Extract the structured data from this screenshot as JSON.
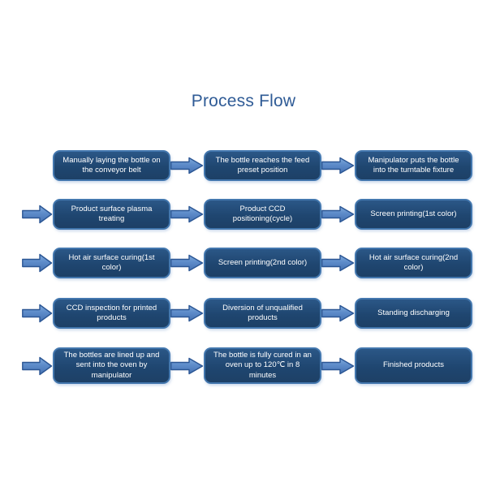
{
  "title": "Process Flow",
  "colors": {
    "title_text": "#2F5B96",
    "box_fill_top": "#2B5787",
    "box_fill_bottom": "#1D4066",
    "box_border": "#4377AE",
    "box_text": "#FFFFFF",
    "arrow_fill_top": "#7FA9DB",
    "arrow_fill_bottom": "#4672B2",
    "arrow_stroke": "#2B5694",
    "background": "#FFFFFF"
  },
  "icons": {
    "entry_arrow": "right-block-arrow-icon",
    "connector_arrow": "right-block-arrow-icon"
  },
  "rows": [
    {
      "has_entry_arrow": false,
      "boxes": [
        "Manually laying the bottle on the conveyor belt",
        "The bottle reaches the feed preset position",
        "Manipulator puts the bottle into the turntable fixture"
      ]
    },
    {
      "has_entry_arrow": true,
      "boxes": [
        "Product surface plasma treating",
        "Product CCD positioning(cycle)",
        "Screen printing(1st color)"
      ]
    },
    {
      "has_entry_arrow": true,
      "boxes": [
        "Hot air surface curing(1st color)",
        "Screen printing(2nd color)",
        "Hot air surface curing(2nd color)"
      ]
    },
    {
      "has_entry_arrow": true,
      "boxes": [
        "CCD inspection for printed products",
        "Diversion of unqualified products",
        "Standing discharging"
      ]
    },
    {
      "has_entry_arrow": true,
      "boxes": [
        "The bottles are lined up and sent into the oven by manipulator",
        "The bottle is fully cured in an oven up to 120℃ in 8 minutes",
        "Finished products"
      ]
    }
  ]
}
